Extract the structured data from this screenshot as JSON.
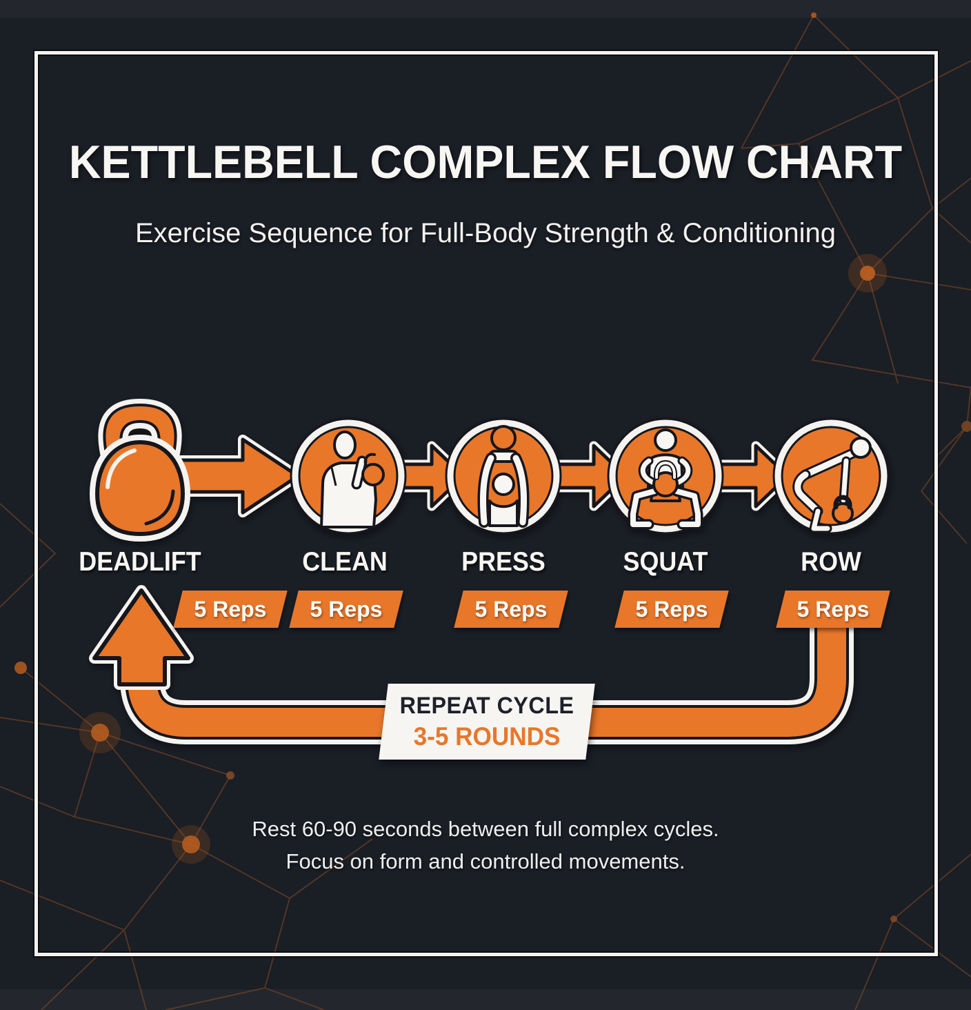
{
  "header": {
    "title": "KETTLEBELL COMPLEX FLOW CHART",
    "subtitle": "Exercise Sequence for Full-Body Strength & Conditioning"
  },
  "flow": {
    "steps": [
      {
        "name": "DEADLIFT",
        "reps": "5 Reps",
        "icon": "kettlebell-icon"
      },
      {
        "name": "CLEAN",
        "reps": "5 Reps",
        "icon": "clean-figure-icon"
      },
      {
        "name": "PRESS",
        "reps": "5 Reps",
        "icon": "press-figure-icon"
      },
      {
        "name": "SQUAT",
        "reps": "5 Reps",
        "icon": "squat-figure-icon"
      },
      {
        "name": "ROW",
        "reps": "5 Reps",
        "icon": "row-figure-icon"
      }
    ]
  },
  "loop_label": {
    "line1": "REPEAT CYCLE",
    "line2": "3-5 ROUNDS"
  },
  "footer": {
    "line1": "Rest 60-90 seconds between full complex cycles.",
    "line2": "Focus on form and controlled movements."
  },
  "colors": {
    "accent_orange": "#e8772a",
    "background_dark": "#1a1e25",
    "frame_white": "#f4f3f0",
    "dark_text": "#1d212a",
    "constellation_line": "#8a4e28"
  }
}
